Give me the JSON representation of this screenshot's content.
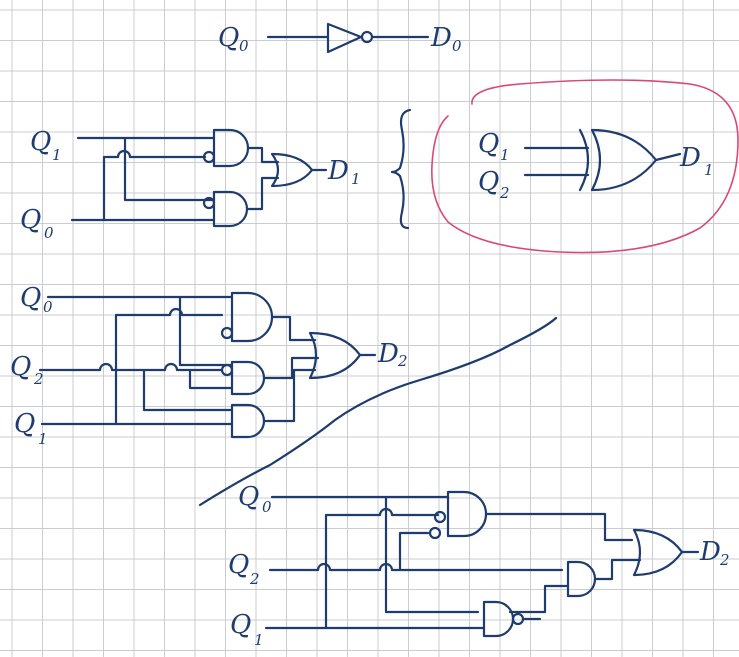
{
  "labels": {
    "not_in": "Q",
    "not_in_sub": "0",
    "not_out": "D",
    "not_out_sub": "0",
    "d1_in_a": "Q",
    "d1_in_a_sub": "1",
    "d1_in_b": "Q",
    "d1_in_b_sub": "0",
    "d1_out": "D",
    "d1_out_sub": "1",
    "xor_in_a": "Q",
    "xor_in_a_sub": "1",
    "xor_in_b": "Q",
    "xor_in_b_sub": "2",
    "xor_out": "D",
    "xor_out_sub": "1",
    "d2_in_a": "Q",
    "d2_in_a_sub": "0",
    "d2_in_b": "Q",
    "d2_in_b_sub": "2",
    "d2_in_c": "Q",
    "d2_in_c_sub": "1",
    "d2_out": "D",
    "d2_out_sub": "2",
    "d2b_in_a": "Q",
    "d2b_in_a_sub": "0",
    "d2b_in_b": "Q",
    "d2b_in_b_sub": "2",
    "d2b_in_c": "Q",
    "d2b_in_c_sub": "1",
    "d2b_out": "D",
    "d2b_out_sub": "2"
  },
  "colors": {
    "ink": "#1f3c6e",
    "highlight": "#d9487a",
    "grid": "#c9ccd1"
  }
}
